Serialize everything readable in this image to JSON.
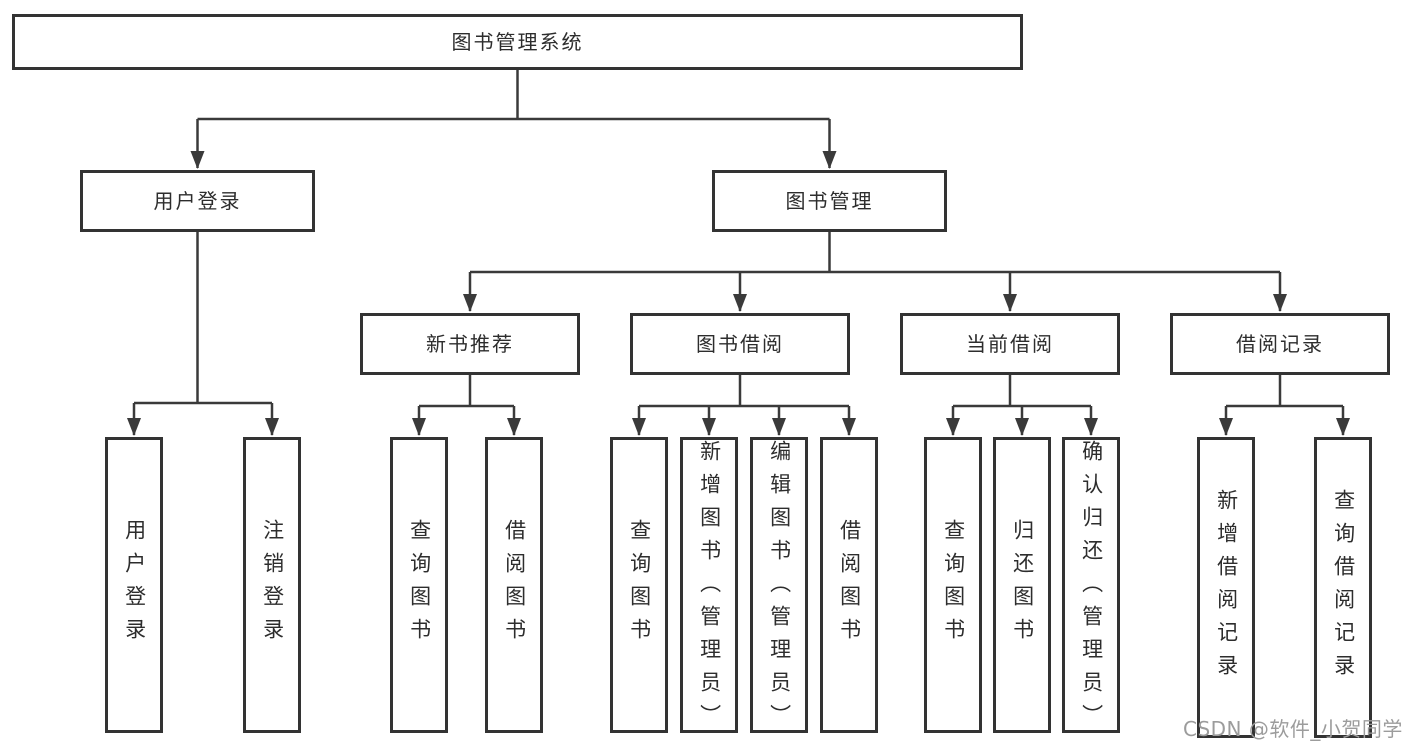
{
  "diagram": {
    "watermark": "CSDN @软件_小贺同学",
    "colors": {
      "line": "#3a3a3a",
      "box_border": "#333333",
      "text": "#2d2d2d",
      "watermark": "#9c9c9c",
      "background": "#ffffff"
    },
    "root": {
      "label": "图书管理系统"
    },
    "branches": [
      {
        "label": "用户登录",
        "children": [
          {
            "label": "用户登录"
          },
          {
            "label": "注销登录"
          }
        ]
      },
      {
        "label": "图书管理",
        "children": [
          {
            "label": "新书推荐",
            "children": [
              {
                "label": "查询图书"
              },
              {
                "label": "借阅图书"
              }
            ]
          },
          {
            "label": "图书借阅",
            "children": [
              {
                "label": "查询图书"
              },
              {
                "label": "新增图书（管理员）"
              },
              {
                "label": "编辑图书（管理员）"
              },
              {
                "label": "借阅图书"
              }
            ]
          },
          {
            "label": "当前借阅",
            "children": [
              {
                "label": "查询图书"
              },
              {
                "label": "归还图书"
              },
              {
                "label": "确认归还（管理员）"
              }
            ]
          },
          {
            "label": "借阅记录",
            "children": [
              {
                "label": "新增借阅记录"
              },
              {
                "label": "查询借阅记录"
              }
            ]
          }
        ]
      }
    ]
  }
}
